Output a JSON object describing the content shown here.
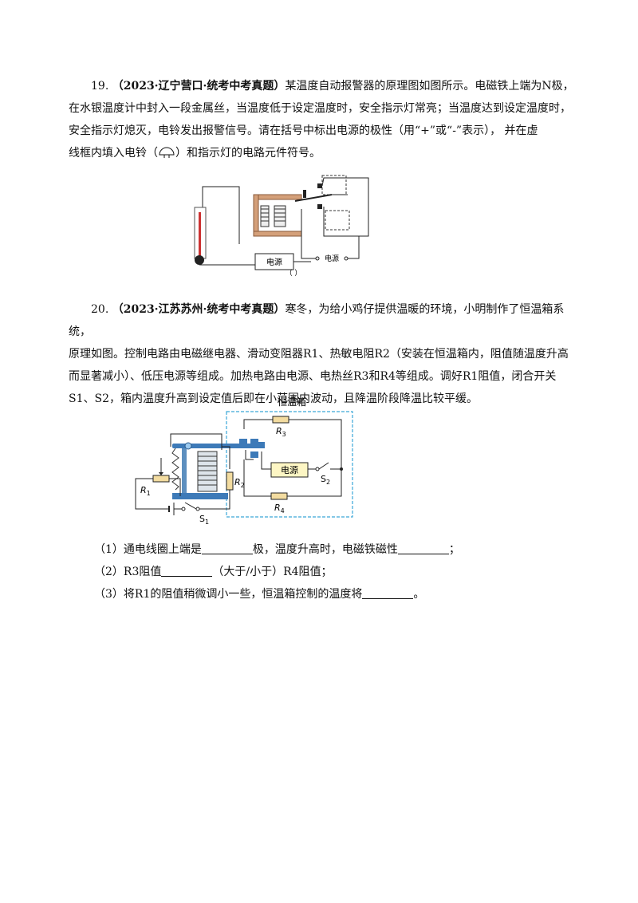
{
  "q19": {
    "number": "19.",
    "source": "（2023·辽宁营口·统考中考真题）",
    "line1": "某温度自动报警器的原理图如图所示。电磁铁上端为N极，",
    "line2": "在水银温度计中封入一段金属丝，当温度低于设定温度时，安全指示灯常亮；当温度达到设定温度时，",
    "line3": "安全指示灯熄灭，电铃发出报警信号。请在括号中标出电源的极性（用“+”或“-”表示），  并在虚",
    "line4a": "线框内填入电铃（",
    "line4b": "）和指示灯的电路元件符号。",
    "figure": {
      "power_label_1": "电源",
      "power_label_2": "电源",
      "bracket": "（    ）"
    }
  },
  "q20": {
    "number": "20.",
    "source": "（2023·江苏苏州·统考中考真题）",
    "line1": "寒冬，为给小鸡仔提供温暖的环境，小明制作了恒温箱系统，",
    "line2": "原理如图。控制电路由电磁继电器、滑动变阻器R1、热敏电阻R2（安装在恒温箱内，阻值随温度升高",
    "line3": "而显著减小）、低压电源等组成。加热电路由电源、电热丝R3和R4等组成。调好R1阻值，闭合开关",
    "line4": "S1、S2，箱内温度升高到设定值后即在小范围内波动，且降温阶段降温比较平缓。",
    "figure": {
      "box_title": "恒温箱",
      "power_label": "电源",
      "labels": {
        "R1": "R",
        "R1_sub": "1",
        "R2": "R",
        "R2_sub": "2",
        "R3": "R",
        "R3_sub": "3",
        "R4": "R",
        "R4_sub": "4",
        "S1": "S",
        "S1_sub": "1",
        "S2": "S",
        "S2_sub": "2"
      }
    },
    "sub1_a": "（1）通电线圈上端是",
    "sub1_b": "极，温度升高时，电磁铁磁性",
    "sub1_c": "；",
    "sub2_a": "（2）R3阻值",
    "sub2_b": "（大于/小于）R4阻值；",
    "sub3_a": "（3）将R1的阻值稍微调小一些，恒温箱控制的温度将",
    "sub3_b": "。"
  }
}
